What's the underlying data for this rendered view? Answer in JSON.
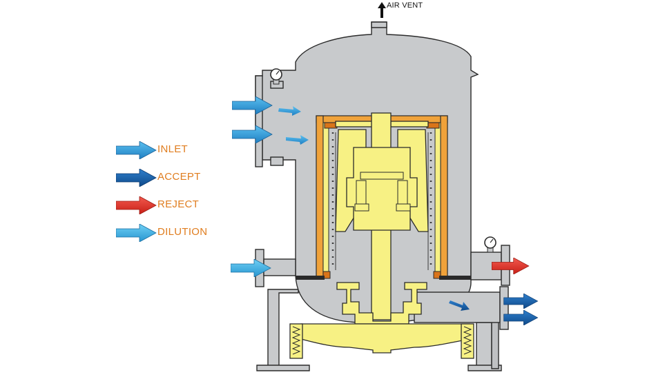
{
  "diagram": {
    "vent_label": "AIR VENT",
    "legend": [
      {
        "label": "INLET",
        "color": "#2c9ad8"
      },
      {
        "label": "ACCEPT",
        "color": "#1763ad"
      },
      {
        "label": "REJECT",
        "color": "#e2352b"
      },
      {
        "label": "DILUTION",
        "color": "#36b3e8"
      }
    ],
    "colors": {
      "body": "#c8cacc",
      "outline": "#2a2a2a",
      "rotor": "#f7f184",
      "screen": "#f0a23a",
      "screen_dark": "#d9741a"
    }
  }
}
